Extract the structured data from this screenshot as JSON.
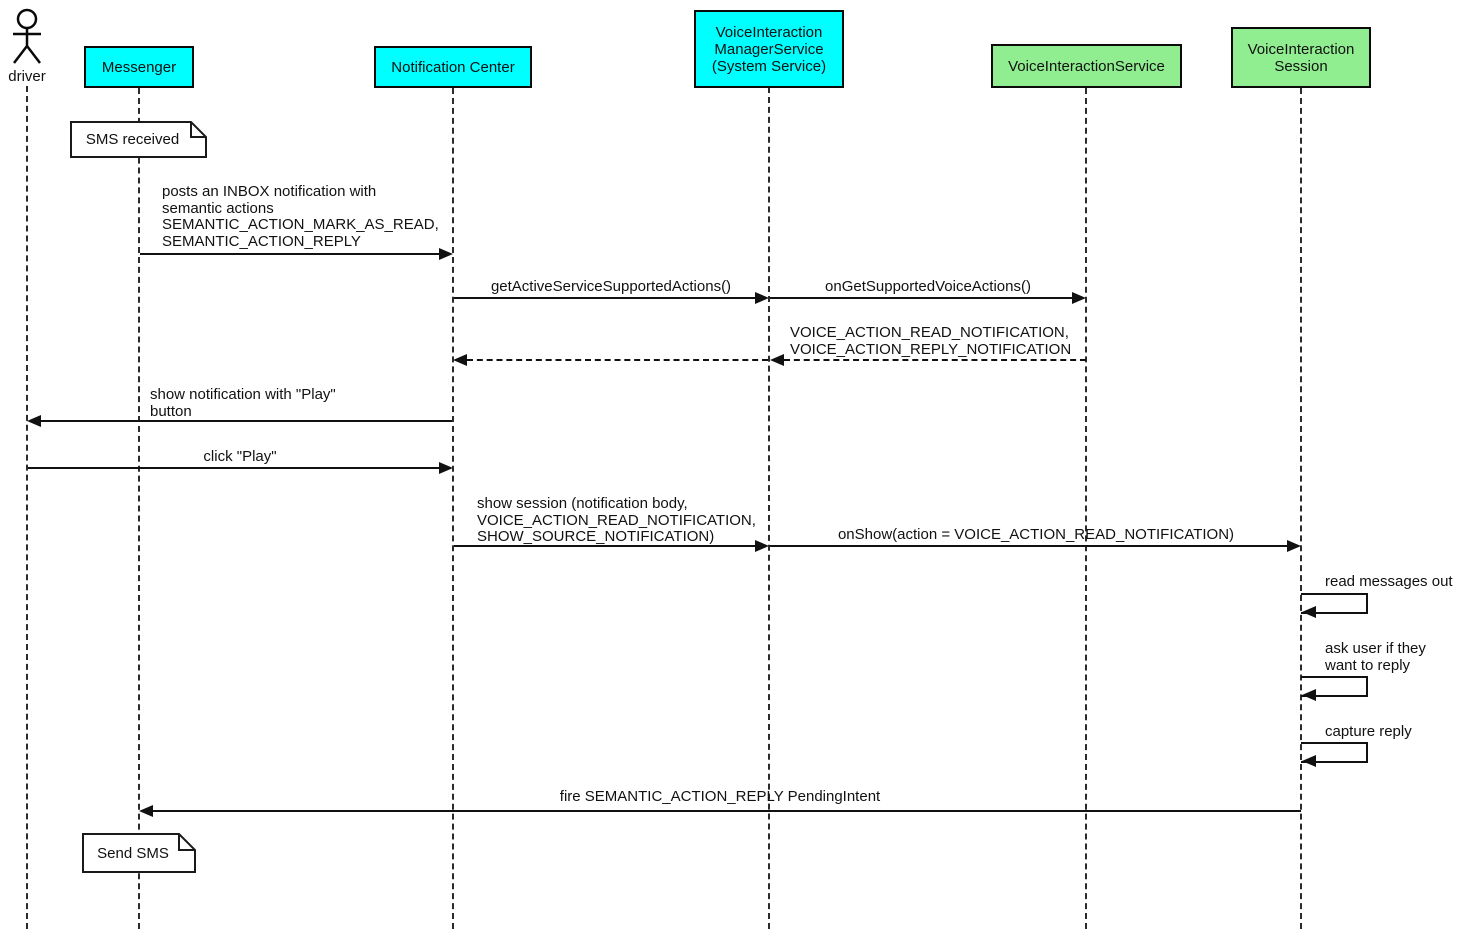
{
  "diagram": {
    "kind": "uml-sequence-diagram",
    "colors": {
      "participant_cyan": "#00ffff",
      "participant_green": "#90ee90",
      "line": "#111111",
      "note_bg": "#ffffff"
    },
    "participants": {
      "driver": {
        "label": "driver",
        "type": "actor"
      },
      "messenger": {
        "label": "Messenger",
        "fill": "#00ffff"
      },
      "notification_center": {
        "label": "Notification Center",
        "fill": "#00ffff"
      },
      "voice_interaction_manager_service": {
        "label": "VoiceInteraction\nManagerService\n(System Service)",
        "fill": "#00ffff"
      },
      "voice_interaction_service": {
        "label": "VoiceInteractionService",
        "fill": "#90ee90"
      },
      "voice_interaction_session": {
        "label": "VoiceInteraction\nSession",
        "fill": "#90ee90"
      }
    },
    "notes": {
      "sms_received": {
        "label": "SMS received",
        "attached_to": "Messenger"
      },
      "send_sms": {
        "label": "Send SMS",
        "attached_to": "Messenger"
      }
    },
    "messages": {
      "post_notification": {
        "from": "Messenger",
        "to": "Notification Center",
        "style": "solid",
        "label": "posts an INBOX notification with\nsemantic actions\nSEMANTIC_ACTION_MARK_AS_READ,\nSEMANTIC_ACTION_REPLY"
      },
      "get_active_service_supported_actions": {
        "from": "Notification Center",
        "to": "VoiceInteractionManagerService",
        "style": "solid",
        "label": "getActiveServiceSupportedActions()"
      },
      "on_get_supported_voice_actions": {
        "from": "VoiceInteractionManagerService",
        "to": "VoiceInteractionService",
        "style": "solid",
        "label": "onGetSupportedVoiceActions()"
      },
      "supported_actions_return": {
        "from": "VoiceInteractionService",
        "to": "VoiceInteractionManagerService",
        "style": "dashed",
        "label": "VOICE_ACTION_READ_NOTIFICATION,\nVOICE_ACTION_REPLY_NOTIFICATION"
      },
      "supported_actions_forward": {
        "from": "VoiceInteractionManagerService",
        "to": "Notification Center",
        "style": "dashed",
        "label": ""
      },
      "show_notification": {
        "from": "Notification Center",
        "to": "driver",
        "style": "solid",
        "label": "show notification with \"Play\"\nbutton"
      },
      "click_play": {
        "from": "driver",
        "to": "Notification Center",
        "style": "solid",
        "label": "click \"Play\""
      },
      "show_session": {
        "from": "Notification Center",
        "to": "VoiceInteractionManagerService",
        "style": "solid",
        "label": "show session (notification body,\nVOICE_ACTION_READ_NOTIFICATION,\nSHOW_SOURCE_NOTIFICATION)"
      },
      "on_show": {
        "from": "VoiceInteractionManagerService",
        "to": "VoiceInteractionSession",
        "style": "solid",
        "label": "onShow(action = VOICE_ACTION_READ_NOTIFICATION)"
      },
      "read_messages_out": {
        "from": "VoiceInteractionSession",
        "to": "VoiceInteractionSession",
        "style": "self",
        "label": "read messages out"
      },
      "ask_user_reply": {
        "from": "VoiceInteractionSession",
        "to": "VoiceInteractionSession",
        "style": "self",
        "label": "ask user if they\nwant to reply"
      },
      "capture_reply": {
        "from": "VoiceInteractionSession",
        "to": "VoiceInteractionSession",
        "style": "self",
        "label": "capture reply"
      },
      "fire_pending_intent": {
        "from": "VoiceInteractionSession",
        "to": "Messenger",
        "style": "solid",
        "label": "fire SEMANTIC_ACTION_REPLY PendingIntent"
      }
    }
  }
}
